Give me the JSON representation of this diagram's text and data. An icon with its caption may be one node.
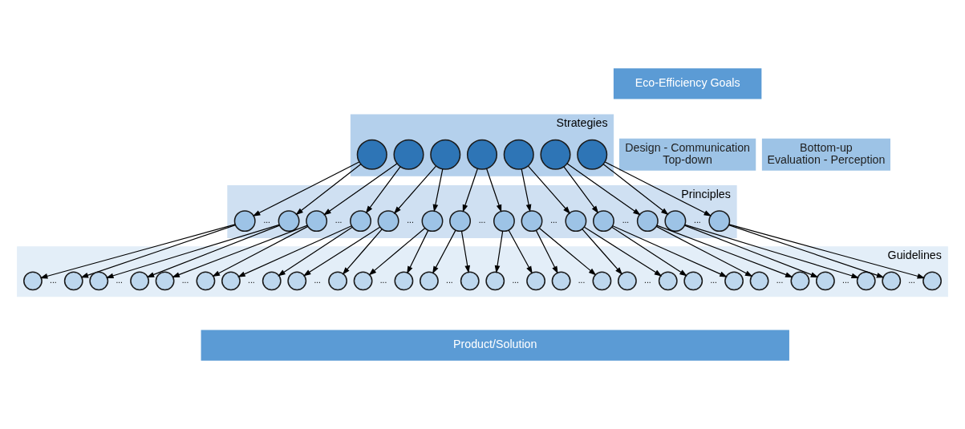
{
  "diagram": {
    "nodes": [
      {
        "text": [
          "Eco-Efficiency Goals"
        ]
      },
      {
        "text": [
          "Strategies"
        ]
      },
      {
        "text": [],
        "shape": "circle",
        "in": 1
      },
      {
        "text": [],
        "shape": "circle",
        "in": 1
      },
      {
        "text": [],
        "shape": "circle",
        "in": 1
      },
      {
        "text": [],
        "shape": "circle",
        "in": 1
      },
      {
        "text": [],
        "shape": "circle",
        "in": 1
      },
      {
        "text": [],
        "shape": "circle",
        "in": 1
      },
      {
        "text": [],
        "shape": "circle",
        "in": 1
      },
      {
        "text": [
          "Principles"
        ]
      },
      {
        "text": [],
        "shape": "circle",
        "in": 9
      },
      {
        "text": [],
        "shape": "circle",
        "in": 9
      },
      {
        "text": [],
        "shape": "circle",
        "in": 9
      },
      {
        "text": [],
        "shape": "circle",
        "in": 9
      },
      {
        "text": [],
        "shape": "circle",
        "in": 9
      },
      {
        "text": [],
        "shape": "circle",
        "in": 9
      },
      {
        "text": [],
        "shape": "circle",
        "in": 9
      },
      {
        "text": [],
        "shape": "circle",
        "in": 9
      },
      {
        "text": [],
        "shape": "circle",
        "in": 9
      },
      {
        "text": [],
        "shape": "circle",
        "in": 9
      },
      {
        "text": [],
        "shape": "circle",
        "in": 9
      },
      {
        "text": [],
        "shape": "circle",
        "in": 9
      },
      {
        "text": [],
        "shape": "circle",
        "in": 9
      },
      {
        "text": [],
        "shape": "circle",
        "in": 9
      },
      {
        "text": [
          "Guidelines"
        ]
      },
      {
        "text": [],
        "shape": "circle",
        "in": 24
      },
      {
        "text": [],
        "shape": "circle",
        "in": 24
      },
      {
        "text": [],
        "shape": "circle",
        "in": 24
      },
      {
        "text": [],
        "shape": "circle",
        "in": 24
      },
      {
        "text": [],
        "shape": "circle",
        "in": 24
      },
      {
        "text": [],
        "shape": "circle",
        "in": 24
      },
      {
        "text": [],
        "shape": "circle",
        "in": 24
      },
      {
        "text": [],
        "shape": "circle",
        "in": 24
      },
      {
        "text": [],
        "shape": "circle",
        "in": 24
      },
      {
        "text": [],
        "shape": "circle",
        "in": 24
      },
      {
        "text": [],
        "shape": "circle",
        "in": 24
      },
      {
        "text": [],
        "shape": "circle",
        "in": 24
      },
      {
        "text": [],
        "shape": "circle",
        "in": 24
      },
      {
        "text": [],
        "shape": "circle",
        "in": 24
      },
      {
        "text": [],
        "shape": "circle",
        "in": 24
      },
      {
        "text": [],
        "shape": "circle",
        "in": 24
      },
      {
        "text": [],
        "shape": "circle",
        "in": 24
      },
      {
        "text": [],
        "shape": "circle",
        "in": 24
      },
      {
        "text": [],
        "shape": "circle",
        "in": 24
      },
      {
        "text": [],
        "shape": "circle",
        "in": 24
      },
      {
        "text": [],
        "shape": "circle",
        "in": 24
      },
      {
        "text": [],
        "shape": "circle",
        "in": 24
      },
      {
        "text": [],
        "shape": "circle",
        "in": 24
      },
      {
        "text": [],
        "shape": "circle",
        "in": 24
      },
      {
        "text": [],
        "shape": "circle",
        "in": 24
      },
      {
        "text": [],
        "shape": "circle",
        "in": 24
      },
      {
        "text": [],
        "shape": "circle",
        "in": 24
      },
      {
        "text": [],
        "shape": "circle",
        "in": 24
      },
      {
        "text": [
          "Product/Solution"
        ]
      },
      {
        "text": [
          "Design - Communication",
          "Top-down"
        ]
      },
      {
        "text": [
          "Bottom-up",
          "Evaluation - Perception"
        ]
      }
    ],
    "edges": [
      {
        "from": 2,
        "to": 10,
        "arrow": "to"
      },
      {
        "from": 2,
        "to": 11,
        "arrow": "to"
      },
      {
        "from": 3,
        "to": 12,
        "arrow": "to"
      },
      {
        "from": 3,
        "to": 13,
        "arrow": "to"
      },
      {
        "from": 4,
        "to": 14,
        "arrow": "to"
      },
      {
        "from": 4,
        "to": 15,
        "arrow": "to"
      },
      {
        "from": 5,
        "to": 16,
        "arrow": "to"
      },
      {
        "from": 5,
        "to": 17,
        "arrow": "to"
      },
      {
        "from": 6,
        "to": 18,
        "arrow": "to"
      },
      {
        "from": 6,
        "to": 19,
        "arrow": "to"
      },
      {
        "from": 7,
        "to": 20,
        "arrow": "to"
      },
      {
        "from": 7,
        "to": 21,
        "arrow": "to"
      },
      {
        "from": 8,
        "to": 22,
        "arrow": "to"
      },
      {
        "from": 8,
        "to": 23,
        "arrow": "to"
      },
      {
        "from": 10,
        "to": 25,
        "arrow": "to"
      },
      {
        "from": 10,
        "to": 26,
        "arrow": "to"
      },
      {
        "from": 11,
        "to": 27,
        "arrow": "to"
      },
      {
        "from": 11,
        "to": 28,
        "arrow": "to"
      },
      {
        "from": 12,
        "to": 29,
        "arrow": "to"
      },
      {
        "from": 12,
        "to": 30,
        "arrow": "to"
      },
      {
        "from": 13,
        "to": 31,
        "arrow": "to"
      },
      {
        "from": 13,
        "to": 32,
        "arrow": "to"
      },
      {
        "from": 14,
        "to": 33,
        "arrow": "to"
      },
      {
        "from": 14,
        "to": 34,
        "arrow": "to"
      },
      {
        "from": 15,
        "to": 35,
        "arrow": "to"
      },
      {
        "from": 15,
        "to": 36,
        "arrow": "to"
      },
      {
        "from": 16,
        "to": 37,
        "arrow": "to"
      },
      {
        "from": 16,
        "to": 38,
        "arrow": "to"
      },
      {
        "from": 17,
        "to": 39,
        "arrow": "to"
      },
      {
        "from": 17,
        "to": 40,
        "arrow": "to"
      },
      {
        "from": 18,
        "to": 41,
        "arrow": "to"
      },
      {
        "from": 18,
        "to": 42,
        "arrow": "to"
      },
      {
        "from": 19,
        "to": 43,
        "arrow": "to"
      },
      {
        "from": 19,
        "to": 44,
        "arrow": "to"
      },
      {
        "from": 20,
        "to": 45,
        "arrow": "to"
      },
      {
        "from": 20,
        "to": 46,
        "arrow": "to"
      },
      {
        "from": 21,
        "to": 47,
        "arrow": "to"
      },
      {
        "from": 21,
        "to": 48,
        "arrow": "to"
      },
      {
        "from": 22,
        "to": 49,
        "arrow": "to"
      },
      {
        "from": 22,
        "to": 50,
        "arrow": "to"
      },
      {
        "from": 23,
        "to": 51,
        "arrow": "to"
      },
      {
        "from": 23,
        "to": 52,
        "arrow": "to"
      }
    ],
    "labels": [
      "...",
      "...",
      "...",
      "...",
      "...",
      "...",
      "...",
      "...",
      "...",
      "...",
      "...",
      "...",
      "...",
      "...",
      "...",
      "...",
      "...",
      "...",
      "...",
      "...",
      "..."
    ]
  }
}
